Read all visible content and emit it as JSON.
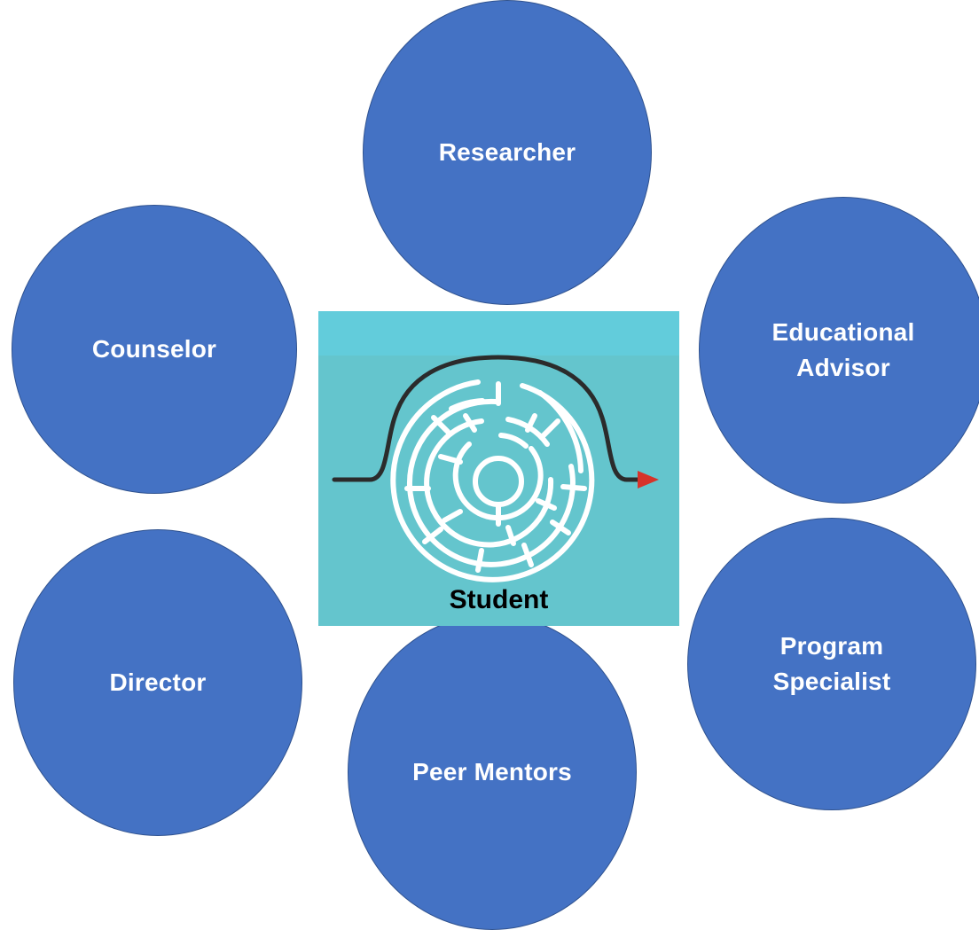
{
  "roles": {
    "researcher": "Researcher",
    "counselor": "Counselor",
    "educational_advisor": "Educational\nAdvisor",
    "director": "Director",
    "program_specialist": "Program\nSpecialist",
    "peer_mentors": "Peer Mentors"
  },
  "center": {
    "label": "Student",
    "image": "maze-with-path-around-arrow-icon"
  },
  "colors": {
    "circle_fill": "#4472c4",
    "circle_border": "#2f528f",
    "circle_text": "#ffffff",
    "panel_background": "#64c5cd",
    "maze_lines": "#ffffff",
    "path_line": "#2b2b2b",
    "arrow_head": "#d6332a"
  }
}
